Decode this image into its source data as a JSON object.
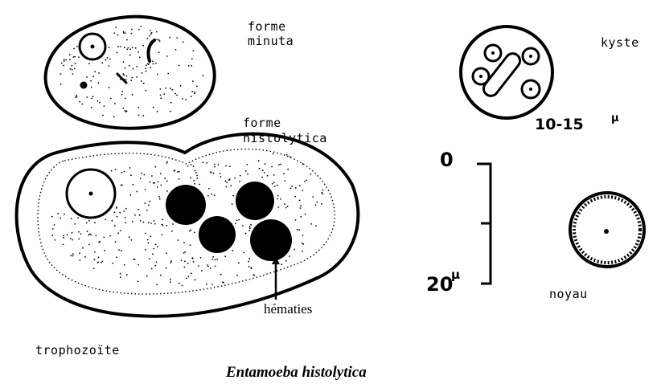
{
  "labels": {
    "minuta_line1": "forme",
    "minuta_line2": "minuta",
    "histolytica_line1": "forme",
    "histolytica_line2": "histolytica",
    "kyste": "kyste",
    "kyste_size": "10-15",
    "kyste_size_unit": "µ",
    "scale_top": "0",
    "scale_bottom": "20",
    "scale_bottom_unit": "µ",
    "hematies": "hématies",
    "noyau": "noyau",
    "trophozoite": "trophozoïte",
    "title": "Entamoeba histolytica"
  }
}
